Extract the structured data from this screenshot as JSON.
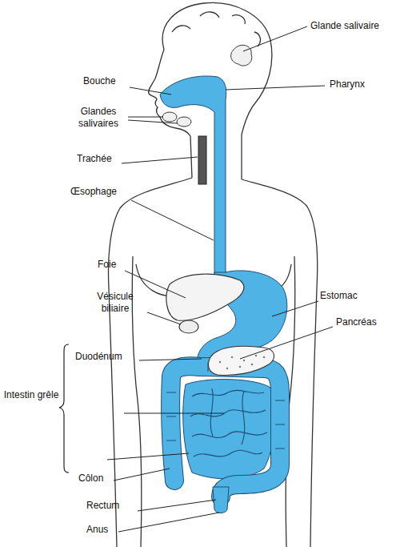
{
  "diagram": {
    "labels": [
      "Glande salivaire",
      "Bouche",
      "Pharynx",
      "Glandes salivaires",
      "Trachée",
      "Œsophage",
      "Foie",
      "Estomac",
      "Vésicule biliaire",
      "Pancréas",
      "Duodénum",
      "Intestin grêle",
      "Côlon",
      "Rectum",
      "Anus"
    ]
  }
}
